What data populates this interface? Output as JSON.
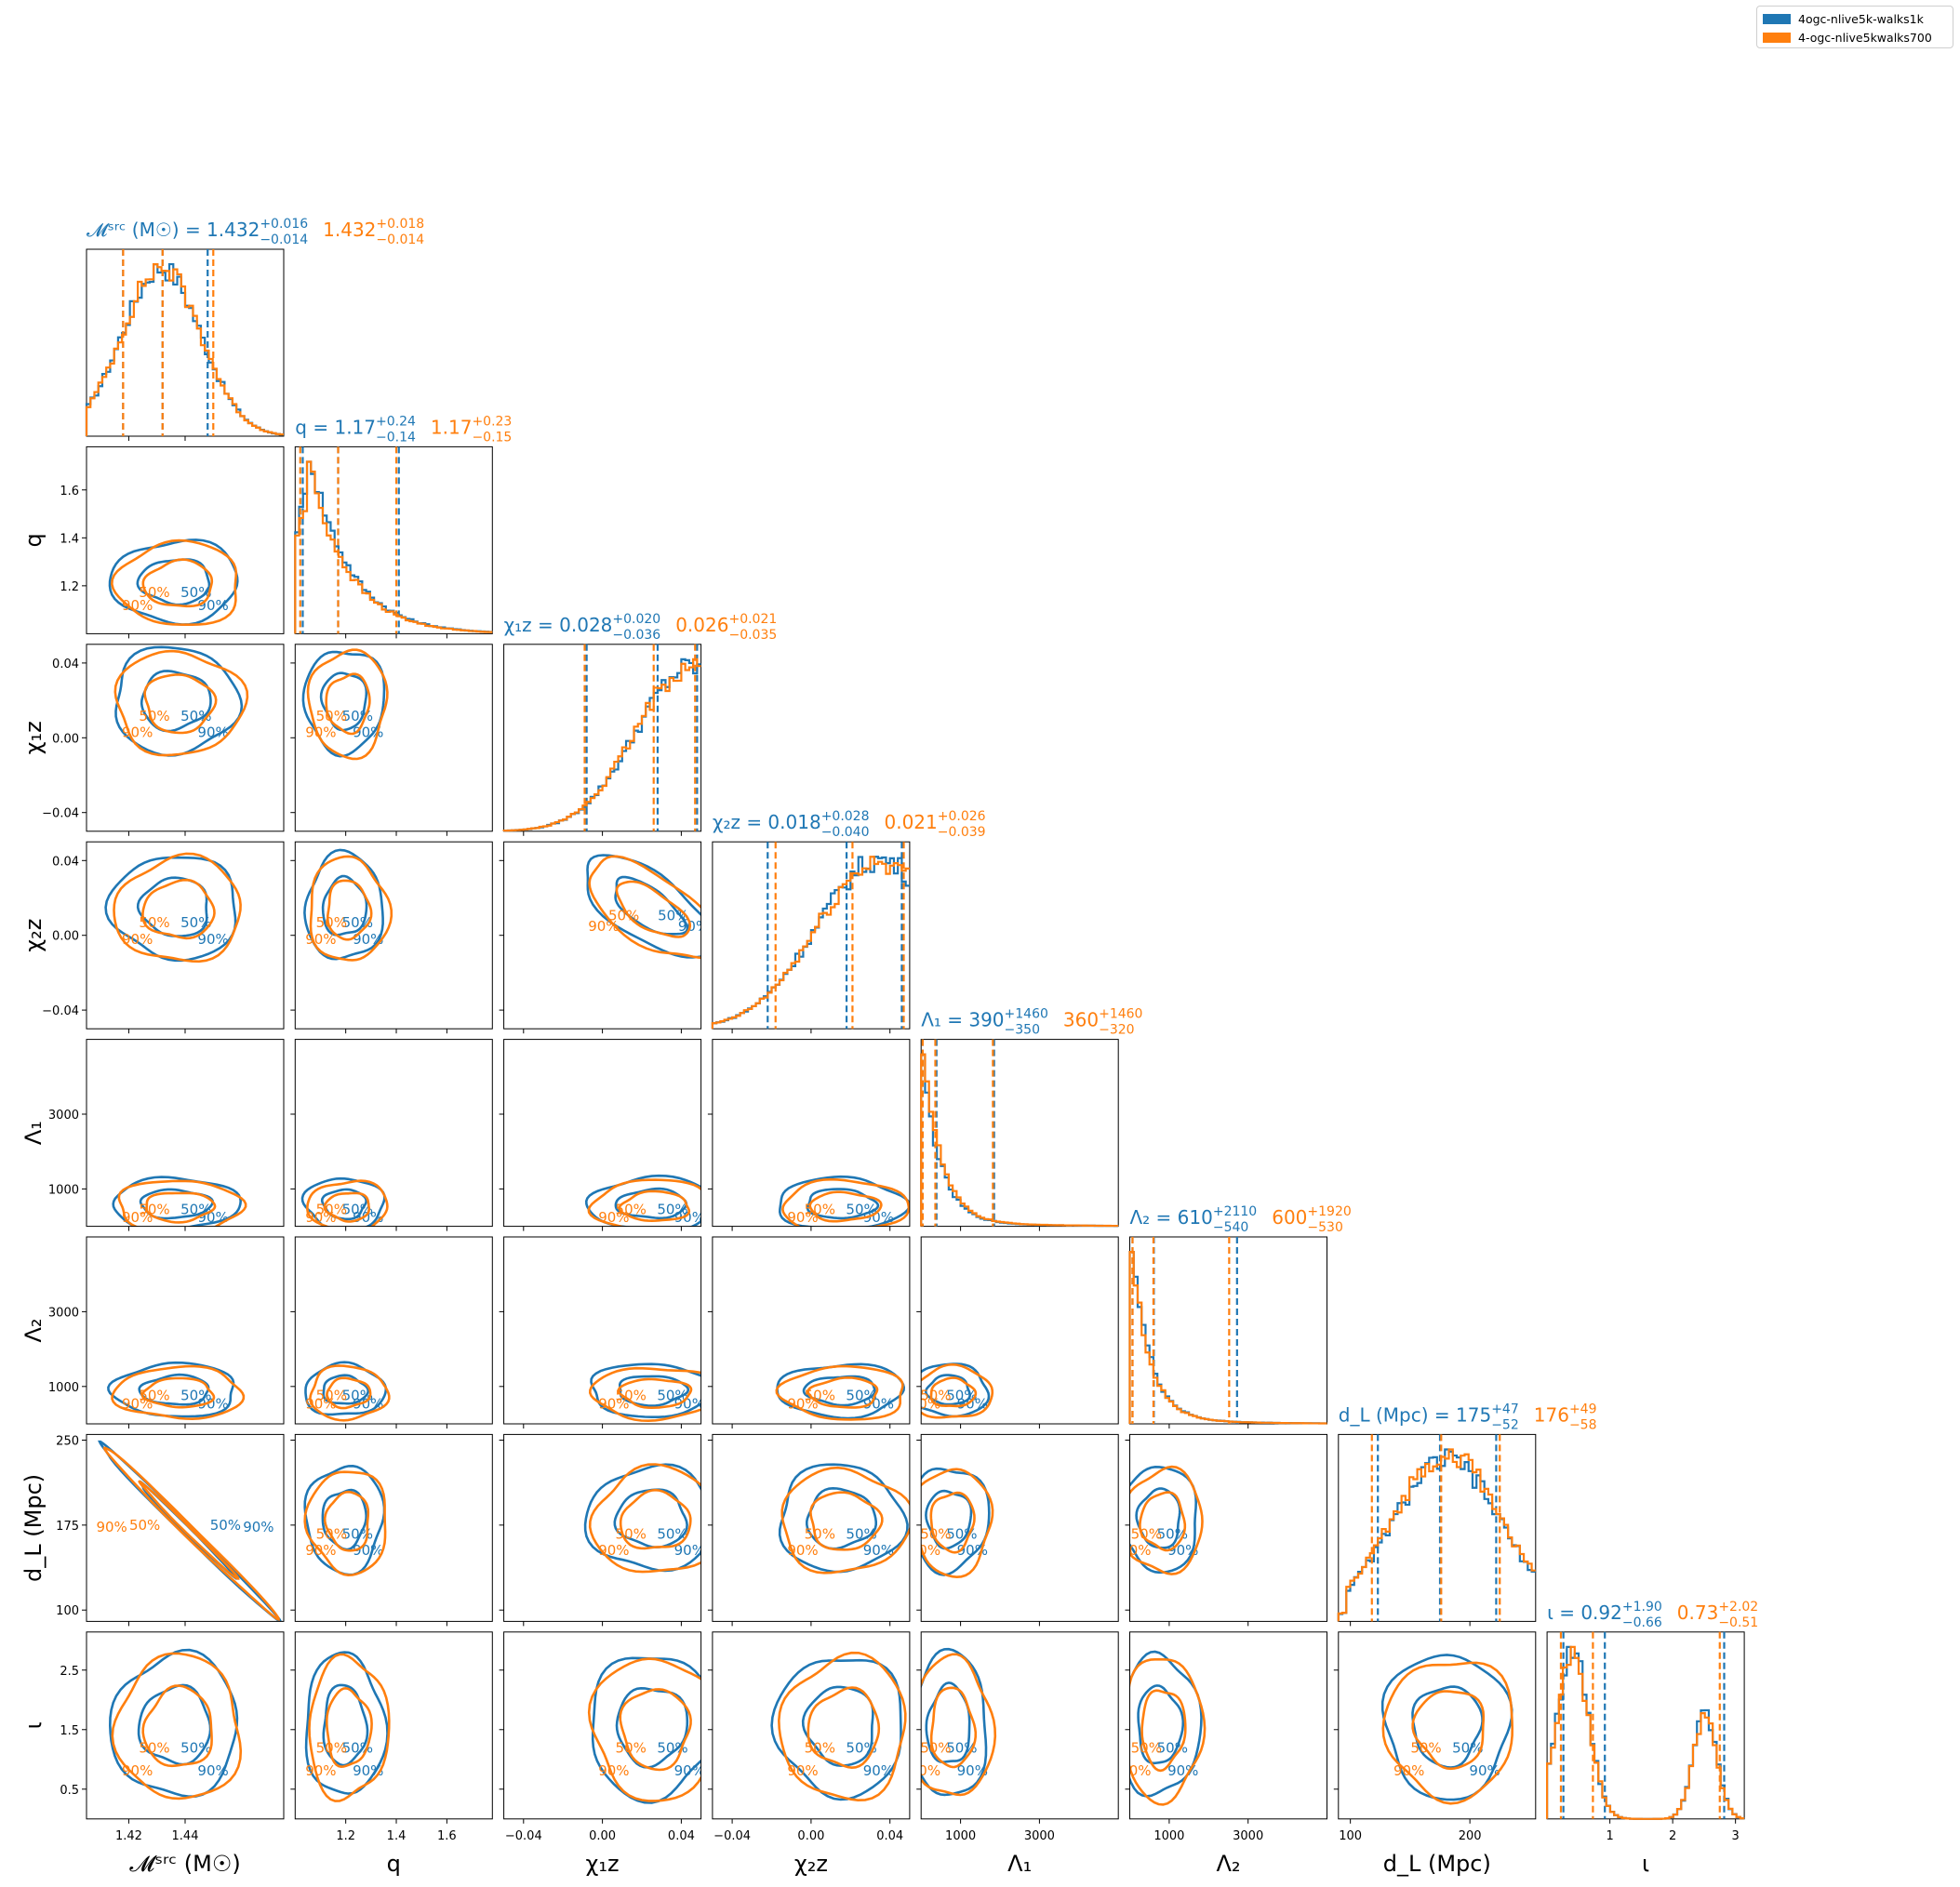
{
  "colors": {
    "run_a": "#1f77b4",
    "run_b": "#ff7f0e"
  },
  "legend": [
    {
      "label": "4ogc-nlive5k-walks1k",
      "color": "#1f77b4"
    },
    {
      "label": "4-ogc-nlive5kwalks700",
      "color": "#ff7f0e"
    }
  ],
  "chart_data": {
    "type": "corner",
    "contour_levels": [
      "50%",
      "90%"
    ],
    "parameters": [
      {
        "key": "mchirp_src",
        "axis_label": "𝓜ˢʳᶜ (M☉)",
        "title_prefix": "𝓜ˢʳᶜ (M☉) =",
        "range": [
          1.405,
          1.475
        ],
        "ticks": [
          1.42,
          1.44
        ],
        "tick_labels": [
          "1.42",
          "1.44"
        ],
        "summary": [
          {
            "median": "1.432",
            "plus": "+0.016",
            "minus": "−0.014"
          },
          {
            "median": "1.432",
            "plus": "+0.018",
            "minus": "−0.014"
          }
        ],
        "quantiles": [
          [
            1.418,
            1.432,
            1.448
          ],
          [
            1.418,
            1.432,
            1.45
          ]
        ]
      },
      {
        "key": "q",
        "axis_label": "q",
        "title_prefix": "q =",
        "range": [
          1.0,
          1.78
        ],
        "ticks": [
          1.2,
          1.4,
          1.6
        ],
        "tick_labels": [
          "1.2",
          "1.4",
          "1.6"
        ],
        "summary": [
          {
            "median": "1.17",
            "plus": "+0.24",
            "minus": "−0.14"
          },
          {
            "median": "1.17",
            "plus": "+0.23",
            "minus": "−0.15"
          }
        ],
        "quantiles": [
          [
            1.03,
            1.17,
            1.41
          ],
          [
            1.02,
            1.17,
            1.4
          ]
        ]
      },
      {
        "key": "chi1z",
        "axis_label": "χ₁ᴢ",
        "title_prefix": "χ₁ᴢ =",
        "range": [
          -0.05,
          0.05
        ],
        "ticks": [
          -0.04,
          0.0,
          0.04
        ],
        "tick_labels": [
          "−0.04",
          "0.00",
          "0.04"
        ],
        "summary": [
          {
            "median": "0.028",
            "plus": "+0.020",
            "minus": "−0.036"
          },
          {
            "median": "0.026",
            "plus": "+0.021",
            "minus": "−0.035"
          }
        ],
        "quantiles": [
          [
            -0.008,
            0.028,
            0.048
          ],
          [
            -0.009,
            0.026,
            0.047
          ]
        ]
      },
      {
        "key": "chi2z",
        "axis_label": "χ₂ᴢ",
        "title_prefix": "χ₂ᴢ =",
        "range": [
          -0.05,
          0.05
        ],
        "ticks": [
          -0.04,
          0.0,
          0.04
        ],
        "tick_labels": [
          "−0.04",
          "0.00",
          "0.04"
        ],
        "summary": [
          {
            "median": "0.018",
            "plus": "+0.028",
            "minus": "−0.040"
          },
          {
            "median": "0.021",
            "plus": "+0.026",
            "minus": "−0.039"
          }
        ],
        "quantiles": [
          [
            -0.022,
            0.018,
            0.046
          ],
          [
            -0.018,
            0.021,
            0.047
          ]
        ]
      },
      {
        "key": "lambda1",
        "axis_label": "Λ₁",
        "title_prefix": "Λ₁ =",
        "range": [
          0,
          5000
        ],
        "ticks": [
          1000,
          3000
        ],
        "tick_labels": [
          "1000",
          "3000"
        ],
        "summary": [
          {
            "median": "390",
            "plus": "+1460",
            "minus": "−350"
          },
          {
            "median": "360",
            "plus": "+1460",
            "minus": "−320"
          }
        ],
        "quantiles": [
          [
            40,
            390,
            1850
          ],
          [
            40,
            360,
            1820
          ]
        ]
      },
      {
        "key": "lambda2",
        "axis_label": "Λ₂",
        "title_prefix": "Λ₂ =",
        "range": [
          0,
          5000
        ],
        "ticks": [
          1000,
          3000
        ],
        "tick_labels": [
          "1000",
          "3000"
        ],
        "summary": [
          {
            "median": "610",
            "plus": "+2110",
            "minus": "−540"
          },
          {
            "median": "600",
            "plus": "+1920",
            "minus": "−530"
          }
        ],
        "quantiles": [
          [
            70,
            610,
            2720
          ],
          [
            70,
            600,
            2520
          ]
        ]
      },
      {
        "key": "dl",
        "axis_label": "d_L (Mpc)",
        "title_prefix": "d_L (Mpc) =",
        "range": [
          90,
          255
        ],
        "ticks": [
          100,
          200
        ],
        "tick_labels": [
          "100",
          "200"
        ],
        "ticks_y": [
          100,
          175,
          250
        ],
        "tick_labels_y": [
          "100",
          "175",
          "250"
        ],
        "summary": [
          {
            "median": "175",
            "plus": "+47",
            "minus": "−52"
          },
          {
            "median": "176",
            "plus": "+49",
            "minus": "−58"
          }
        ],
        "quantiles": [
          [
            123,
            175,
            222
          ],
          [
            118,
            176,
            225
          ]
        ]
      },
      {
        "key": "iota",
        "axis_label": "ι",
        "title_prefix": "ι =",
        "range": [
          0,
          3.14
        ],
        "ticks": [
          1,
          2,
          3
        ],
        "tick_labels": [
          "1",
          "2",
          "3"
        ],
        "ticks_y": [
          0.5,
          1.5,
          2.5
        ],
        "tick_labels_y": [
          "0.5",
          "1.5",
          "2.5"
        ],
        "summary": [
          {
            "median": "0.92",
            "plus": "+1.90",
            "minus": "−0.66"
          },
          {
            "median": "0.73",
            "plus": "+2.02",
            "minus": "−0.51"
          }
        ],
        "quantiles": [
          [
            0.26,
            0.92,
            2.82
          ],
          [
            0.22,
            0.73,
            2.75
          ]
        ]
      }
    ]
  }
}
